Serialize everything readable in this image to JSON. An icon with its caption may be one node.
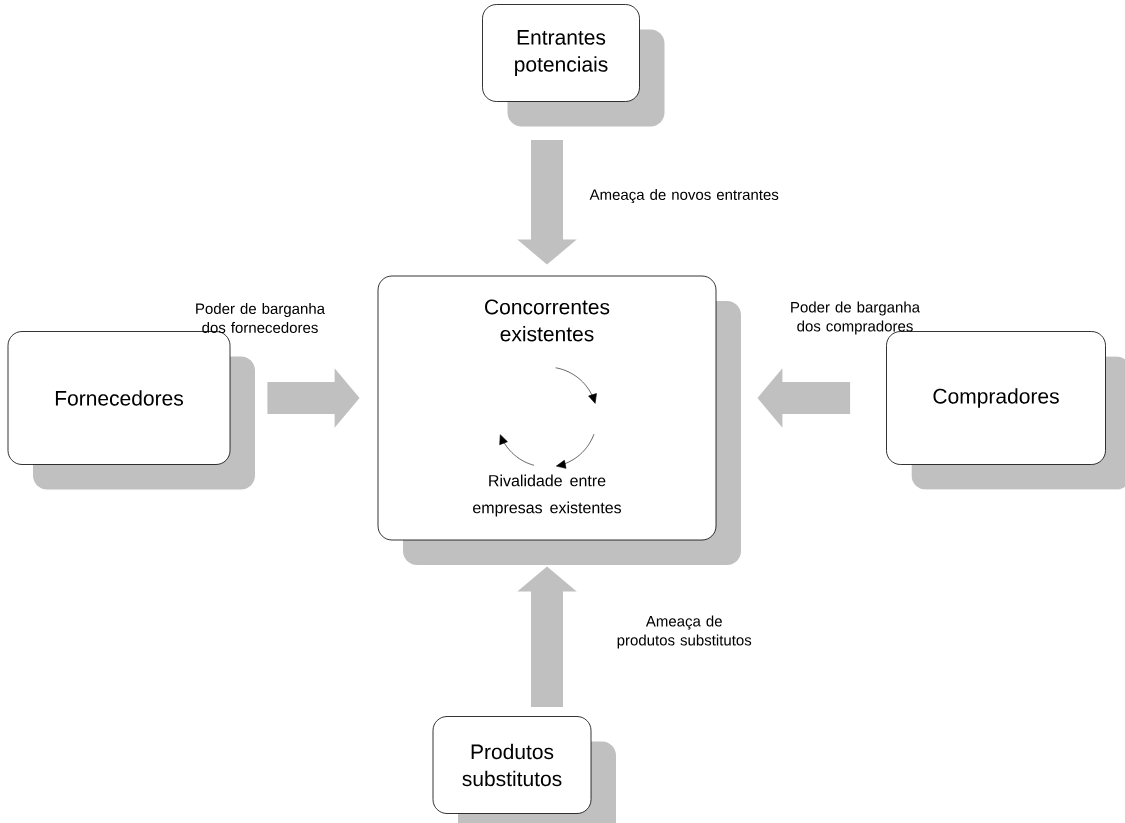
{
  "diagram": {
    "nodes": [
      {
        "text": [
          "Entrantes potenciais"
        ]
      },
      {
        "text": [
          "Concorrentes existentes",
          "Rivalidade entre empresas existentes"
        ]
      },
      {
        "text": [
          "Fornecedores"
        ]
      },
      {
        "text": [
          "Compradores"
        ]
      },
      {
        "text": [
          "Produtos substitutos"
        ]
      }
    ],
    "edges": [
      {
        "from": 0,
        "to": 1,
        "arrow": "to",
        "label": "Ameaça de novos entrantes"
      },
      {
        "from": 2,
        "to": 1,
        "arrow": "to",
        "label": "Poder de barganha dos fornecedores"
      },
      {
        "from": 3,
        "to": 1,
        "arrow": "to",
        "label": "Poder de barganha dos compradores"
      },
      {
        "from": 4,
        "to": 1,
        "arrow": "to",
        "label": "Ameaça de produtos substitutos"
      }
    ]
  }
}
